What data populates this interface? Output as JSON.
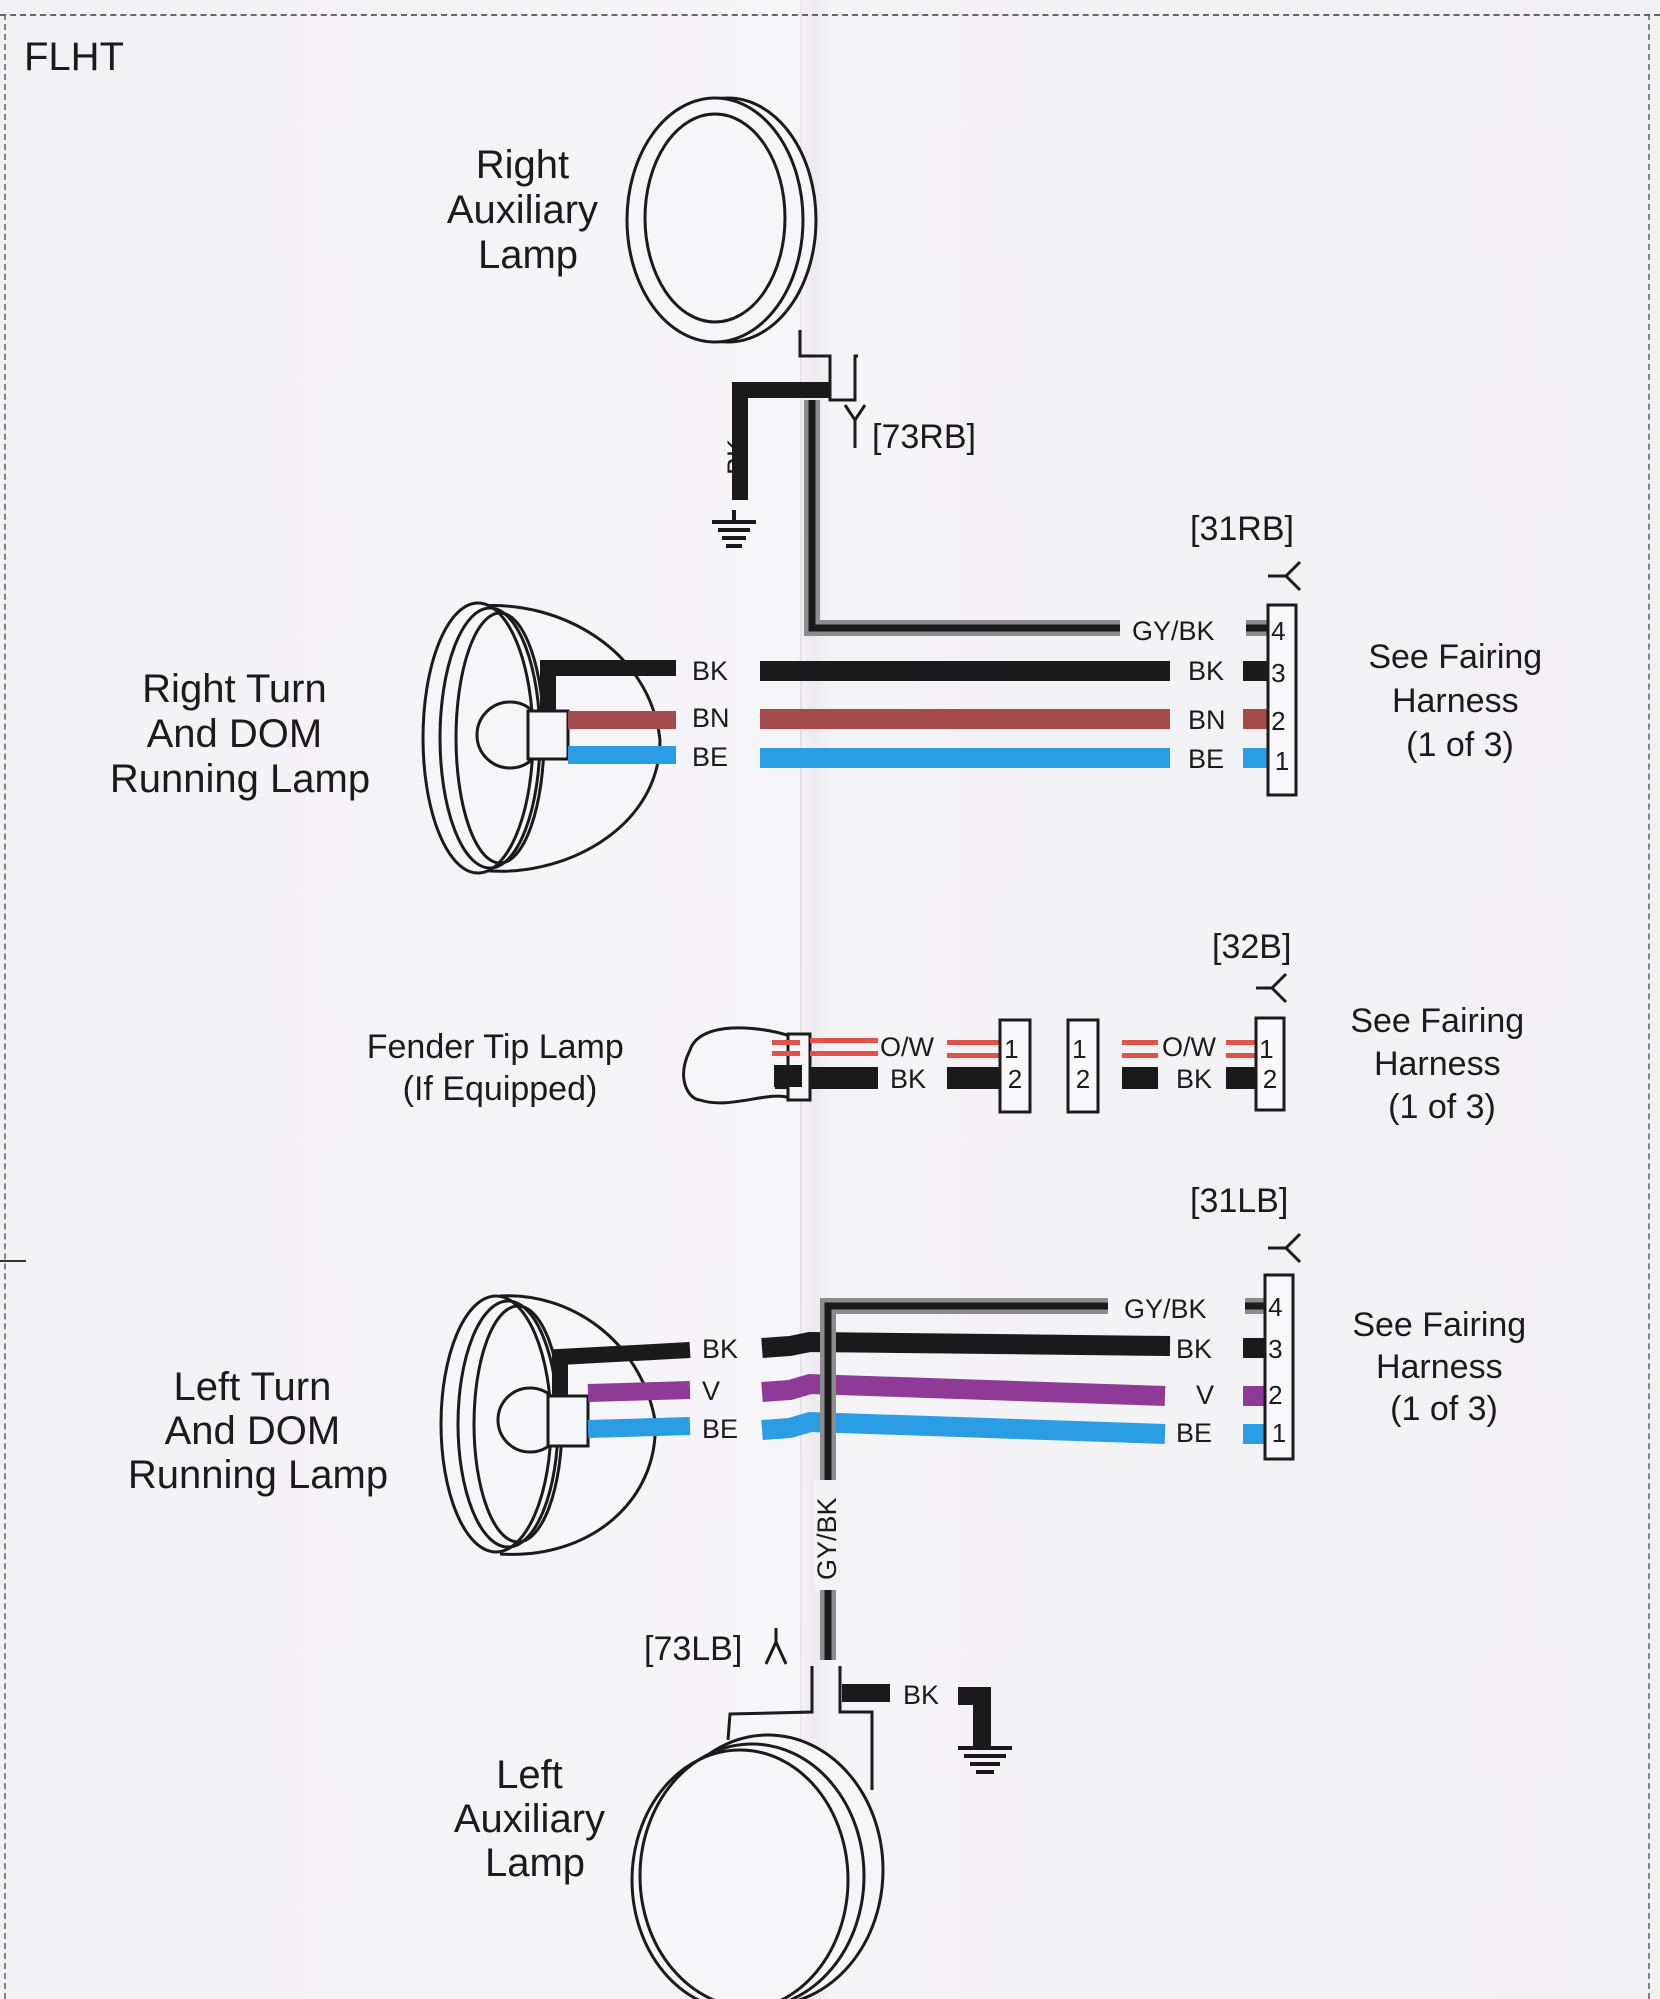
{
  "page": {
    "model_code": "FLHT"
  },
  "colors": {
    "black_wire": "#1a1a1a",
    "gray_wire": "#8c8c8c",
    "brown_wire": "#a64b4b",
    "blue_wire": "#2a9de4",
    "violet_wire": "#8e3a96",
    "orange_white_wire": "#e0524a",
    "line": "#1b1b1b"
  },
  "components": {
    "right_aux_lamp": {
      "label_lines": [
        "Right",
        "Auxiliary",
        "Lamp"
      ]
    },
    "right_turn_lamp": {
      "label_lines": [
        "Right Turn",
        "And DOM",
        "Running Lamp"
      ]
    },
    "fender_tip_lamp": {
      "label_lines": [
        "Fender Tip Lamp",
        "(If Equipped)"
      ]
    },
    "left_turn_lamp": {
      "label_lines": [
        "Left Turn",
        "And DOM",
        "Running Lamp"
      ]
    },
    "left_aux_lamp": {
      "label_lines": [
        "Left",
        "Auxiliary",
        "Lamp"
      ]
    }
  },
  "connectors": {
    "c73rb": {
      "id": "[73RB]"
    },
    "c31rb": {
      "id": "[31RB]",
      "pins": [
        "4",
        "3",
        "2",
        "1"
      ],
      "note_lines": [
        "See Fairing",
        "Harness",
        "(1 of 3)"
      ]
    },
    "c32b": {
      "id": "[32B]",
      "pins": [
        "1",
        "2"
      ],
      "note_lines": [
        "See Fairing",
        "Harness",
        "(1 of 3)"
      ]
    },
    "c31lb": {
      "id": "[31LB]",
      "pins": [
        "4",
        "3",
        "2",
        "1"
      ],
      "note_lines": [
        "See Fairing",
        "Harness",
        "(1 of 3)"
      ]
    },
    "c73lb": {
      "id": "[73LB]"
    },
    "inline_a": {
      "pins": [
        "1",
        "2"
      ]
    },
    "inline_b": {
      "pins": [
        "1",
        "2"
      ]
    }
  },
  "wires": {
    "right_aux_ground": "BK",
    "right_turn": {
      "lamp_side": [
        "BK",
        "BN",
        "BE"
      ],
      "connector_side": [
        "GY/BK",
        "BK",
        "BN",
        "BE"
      ]
    },
    "fender_tip": {
      "lamp_side": [
        "O/W",
        "BK"
      ],
      "connector_side": [
        "O/W",
        "BK"
      ]
    },
    "left_turn": {
      "lamp_side": [
        "BK",
        "V",
        "BE"
      ],
      "connector_side": [
        "GY/BK",
        "BK",
        "V",
        "BE"
      ]
    },
    "left_aux_feed": "GY/BK",
    "left_aux_ground": "BK"
  }
}
